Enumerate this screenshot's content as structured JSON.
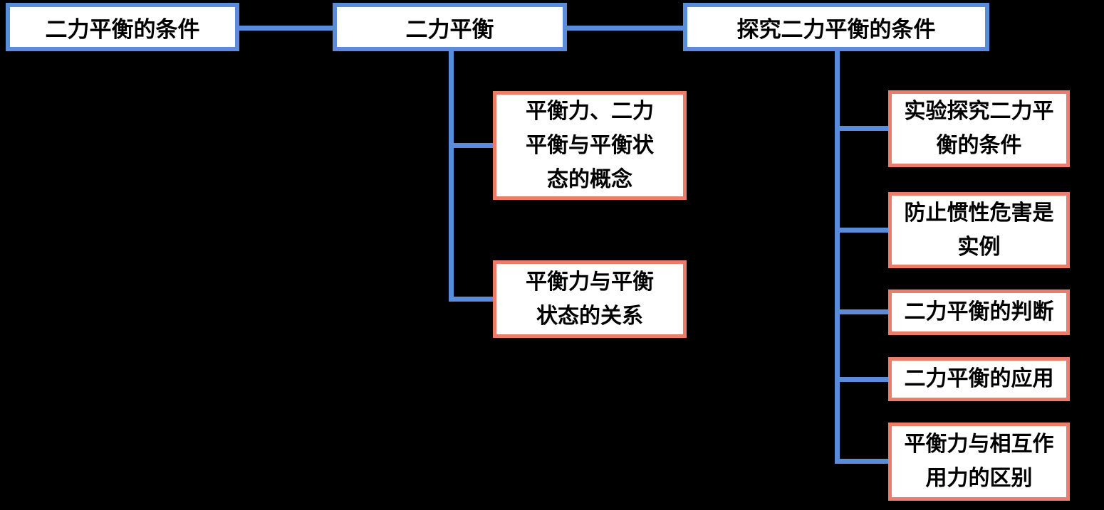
{
  "colors": {
    "background": "#000000",
    "blue": "#5B8CD9",
    "red": "#ED7D6B",
    "box_bg": "#FFFFFF",
    "text": "#000000"
  },
  "nodes": {
    "topic_left": {
      "label": "二力平衡的条件"
    },
    "topic_root": {
      "label": "二力平衡"
    },
    "topic_right": {
      "label": "探究二力平衡的条件"
    },
    "root_children": [
      {
        "label": "平衡力、二力平衡与平衡状态的概念",
        "lines": [
          "平衡力、二力",
          "平衡与平衡状",
          "态的概念"
        ]
      },
      {
        "label": "平衡力与平衡状态的关系",
        "lines": [
          "平衡力与平衡",
          "状态的关系"
        ]
      }
    ],
    "right_children": [
      {
        "label": "实验探究二力平衡的条件",
        "lines": [
          "实验探究二力平",
          "衡的条件"
        ]
      },
      {
        "label": "防止惯性危害是实例",
        "lines": [
          "防止惯性危害是",
          "实例"
        ]
      },
      {
        "label": "二力平衡的判断",
        "lines": [
          "二力平衡的判断"
        ]
      },
      {
        "label": "二力平衡的应用",
        "lines": [
          "二力平衡的应用"
        ]
      },
      {
        "label": "平衡力与相互作用力的区别",
        "lines": [
          "平衡力与相互作",
          "用力的区别"
        ]
      }
    ]
  }
}
